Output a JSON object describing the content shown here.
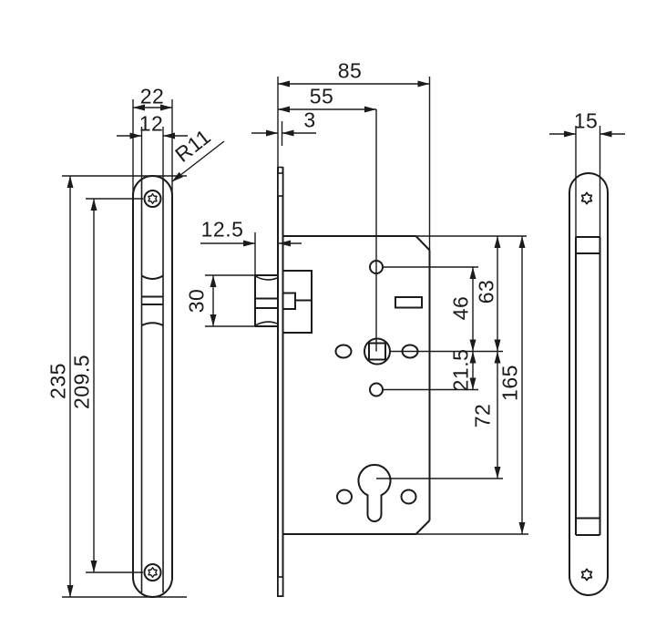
{
  "dimensions": {
    "faceplate_front": {
      "width": "22",
      "face_width": "12",
      "radius": "R11",
      "height": "235",
      "screw_spacing": "209.5"
    },
    "lock_body": {
      "case_depth": "85",
      "backset": "55",
      "faceplate_thickness": "3",
      "latch_throw": "12.5",
      "latch_height": "30",
      "top_hole_to_spindle": "46",
      "case_top_to_spindle": "63",
      "spindle_to_lower_hole": "21.5",
      "spindle_to_cylinder": "72",
      "case_height": "165"
    },
    "faceplate_back": {
      "width": "15"
    }
  }
}
